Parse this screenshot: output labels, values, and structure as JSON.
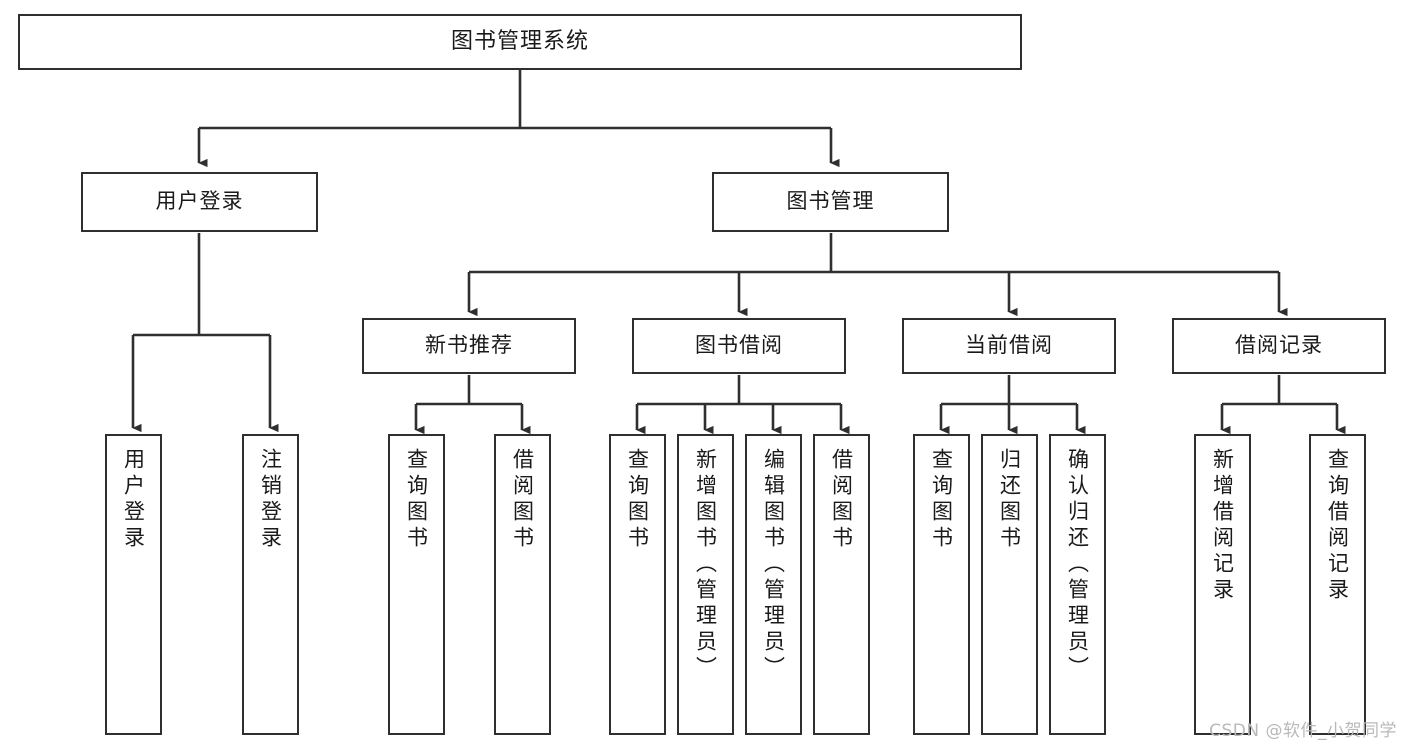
{
  "diagram": {
    "title": "图书管理系统",
    "type": "tree-hierarchy",
    "watermark": "CSDN @软件_小贺同学",
    "levels": {
      "root": "图书管理系统",
      "level1": [
        "用户登录",
        "图书管理"
      ],
      "level2": [
        "新书推荐",
        "图书借阅",
        "当前借阅",
        "借阅记录"
      ]
    }
  },
  "nodes": {
    "root": {
      "label": "图书管理系统"
    },
    "user_login": {
      "label": "用户登录"
    },
    "book_manage": {
      "label": "图书管理"
    },
    "new_book_rec": {
      "label": "新书推荐"
    },
    "book_borrow": {
      "label": "图书借阅"
    },
    "current_borrow": {
      "label": "当前借阅"
    },
    "borrow_record": {
      "label": "借阅记录"
    },
    "leaf_user_login": {
      "label": "用户登录"
    },
    "leaf_logout": {
      "label": "注销登录"
    },
    "leaf_query_book_1": {
      "label": "查询图书"
    },
    "leaf_borrow_book_1": {
      "label": "借阅图书"
    },
    "leaf_query_book_2": {
      "label": "查询图书"
    },
    "leaf_add_book": {
      "label": "新增图书（管理员）"
    },
    "leaf_edit_book": {
      "label": "编辑图书（管理员）"
    },
    "leaf_borrow_book_2": {
      "label": "借阅图书"
    },
    "leaf_query_book_3": {
      "label": "查询图书"
    },
    "leaf_return_book": {
      "label": "归还图书"
    },
    "leaf_confirm_return": {
      "label": "确认归还（管理员）"
    },
    "leaf_add_record": {
      "label": "新增借阅记录"
    },
    "leaf_query_record": {
      "label": "查询借阅记录"
    }
  },
  "colors": {
    "border": "#2f2f2f",
    "fill": "#ffffff",
    "text": "#1a1a1a",
    "watermark": "#b9b9b9"
  }
}
